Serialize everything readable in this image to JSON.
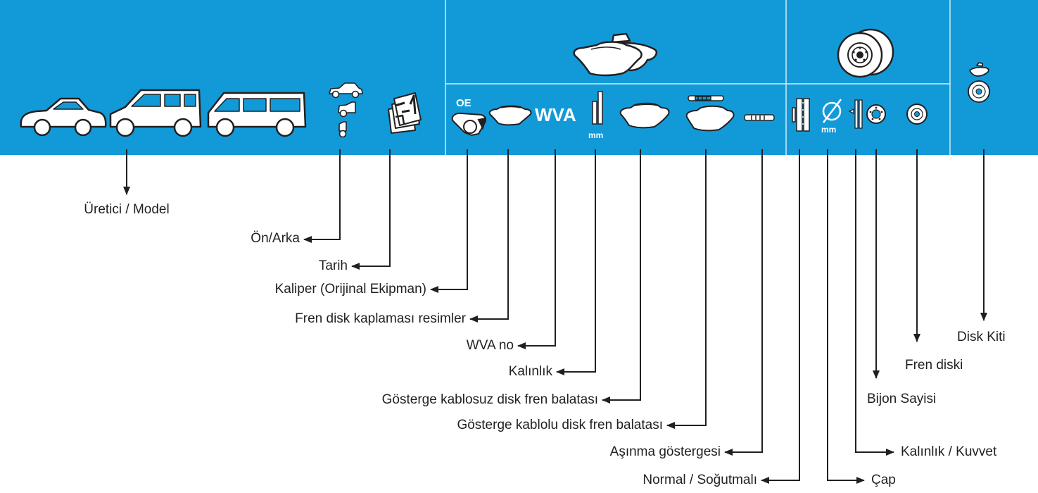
{
  "header": {
    "background_color": "#129ad8",
    "oe_badge": "OE",
    "wva_badge": "WVA",
    "mm_unit_thickness": "mm",
    "mm_unit_diameter": "mm",
    "icons": [
      "sedan-car-icon",
      "suv-icon",
      "van-icon",
      "front-rear-axle-icon",
      "calendar-icon",
      "brake-pad-group-icon",
      "brake-disc-pair-icon",
      "disc-kit-icon",
      "caliper-icon",
      "brake-pad-icon",
      "thickness-bar-icon",
      "wired-brake-pad-icon",
      "wear-indicator-icon",
      "disc-type-icon",
      "diameter-icon",
      "disc-thickness-icon",
      "bolt-count-icon",
      "brake-disc-icon"
    ]
  },
  "labels": {
    "manufacturer_model": "Üretici / Model",
    "front_rear": "Ön/Arka",
    "date": "Tarih",
    "caliper": "Kaliper (Orijinal Ekipman)",
    "pad_images": "Fren disk kaplaması resimler",
    "wva_no": "WVA no",
    "thickness": "Kalınlık",
    "pad_wireless": "Gösterge kablosuz disk fren balatası",
    "pad_wired": "Gösterge kablolu disk fren balatası",
    "wear_indicator": "Aşınma göstergesi",
    "normal_ventilated": "Normal / Soğutmalı",
    "diameter": "Çap",
    "thickness_strength": "Kalınlık / Kuvvet",
    "bolt_count": "Bijon Sayisi",
    "brake_disc": "Fren diski",
    "disc_kit": "Disk Kiti"
  }
}
